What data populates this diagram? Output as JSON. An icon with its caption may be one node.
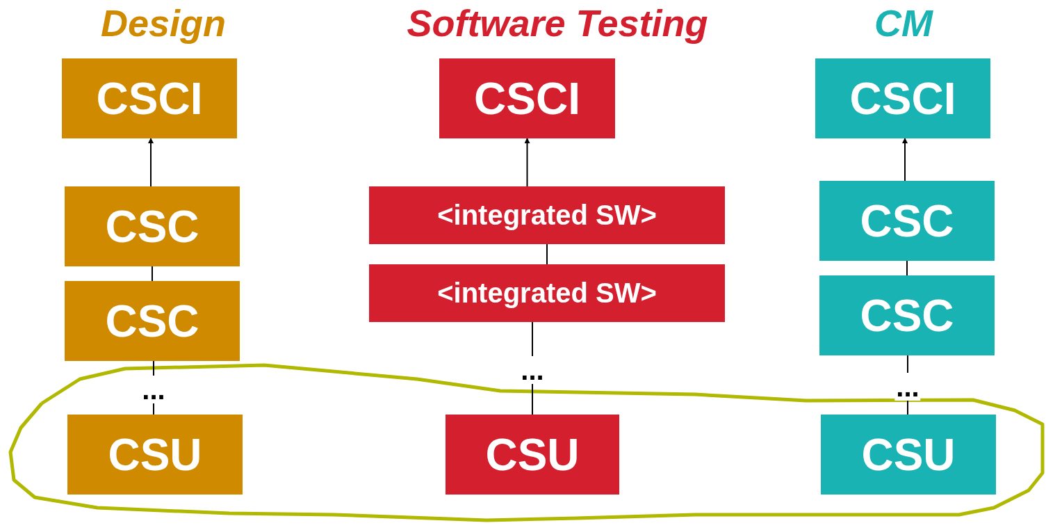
{
  "diagram": {
    "nodes": [
      {
        "text": [
          "CSCI"
        ]
      },
      {
        "text": [
          "CSC"
        ]
      },
      {
        "text": [
          "CSC"
        ]
      },
      {
        "text": [
          "CSU"
        ]
      },
      {
        "text": [
          "CSCI"
        ]
      },
      {
        "text": [
          "<integrated SW>"
        ]
      },
      {
        "text": [
          "<integrated SW>"
        ]
      },
      {
        "text": [
          "CSU"
        ]
      },
      {
        "text": [
          "CSCI"
        ]
      },
      {
        "text": [
          "CSC"
        ]
      },
      {
        "text": [
          "CSC"
        ]
      },
      {
        "text": [
          "CSU"
        ]
      }
    ],
    "edges": [
      {
        "from": 1,
        "to": 0,
        "arrow": "to"
      },
      {
        "from": 2,
        "to": 1,
        "arrow": "none"
      },
      {
        "from": 3,
        "to": 2,
        "arrow": "none",
        "label": "..."
      },
      {
        "from": 5,
        "to": 4,
        "arrow": "to"
      },
      {
        "from": 6,
        "to": 5,
        "arrow": "none"
      },
      {
        "from": 7,
        "to": 6,
        "arrow": "none",
        "label": "..."
      },
      {
        "from": 9,
        "to": 8,
        "arrow": "to"
      },
      {
        "from": 10,
        "to": 9,
        "arrow": "none"
      },
      {
        "from": 11,
        "to": 10,
        "arrow": "none",
        "label": "..."
      }
    ],
    "labels": [
      "Design",
      "Software Testing",
      "CM"
    ]
  }
}
